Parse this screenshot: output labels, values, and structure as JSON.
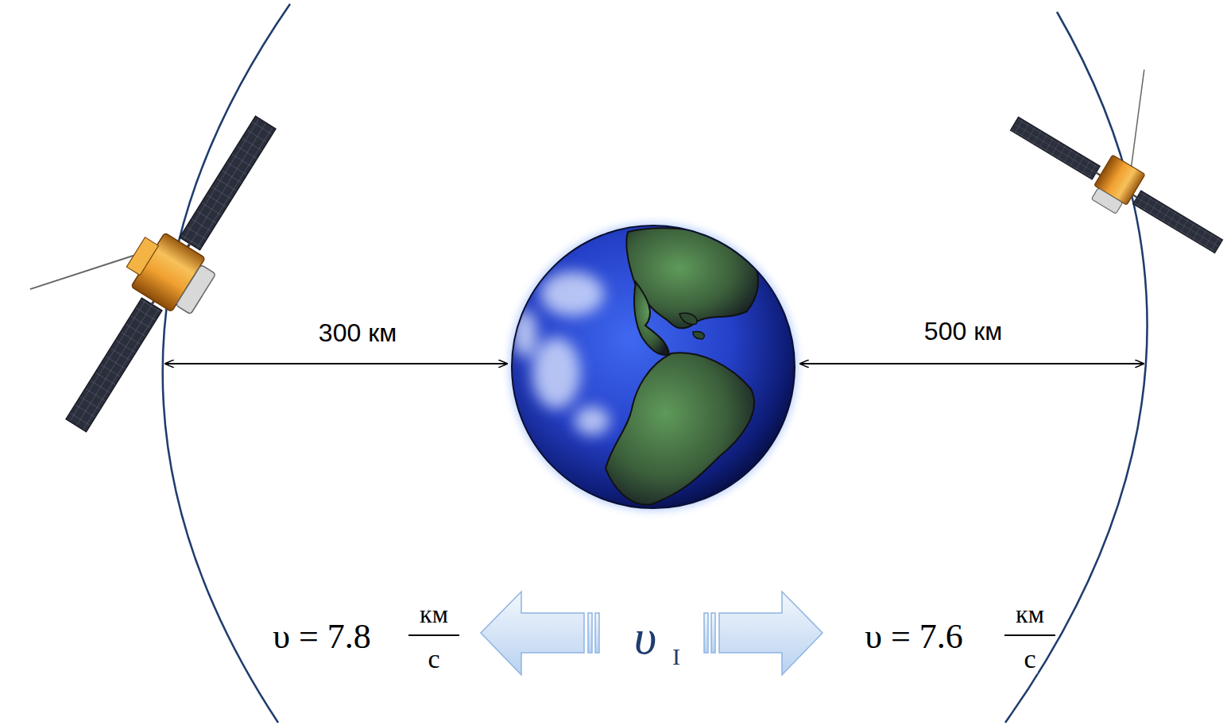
{
  "diagram": {
    "labels": [
      "300 км",
      "500 км",
      "υ = 7.8",
      "км",
      "с",
      "υ",
      "I",
      "υ = 7.6",
      "км",
      "с"
    ]
  }
}
